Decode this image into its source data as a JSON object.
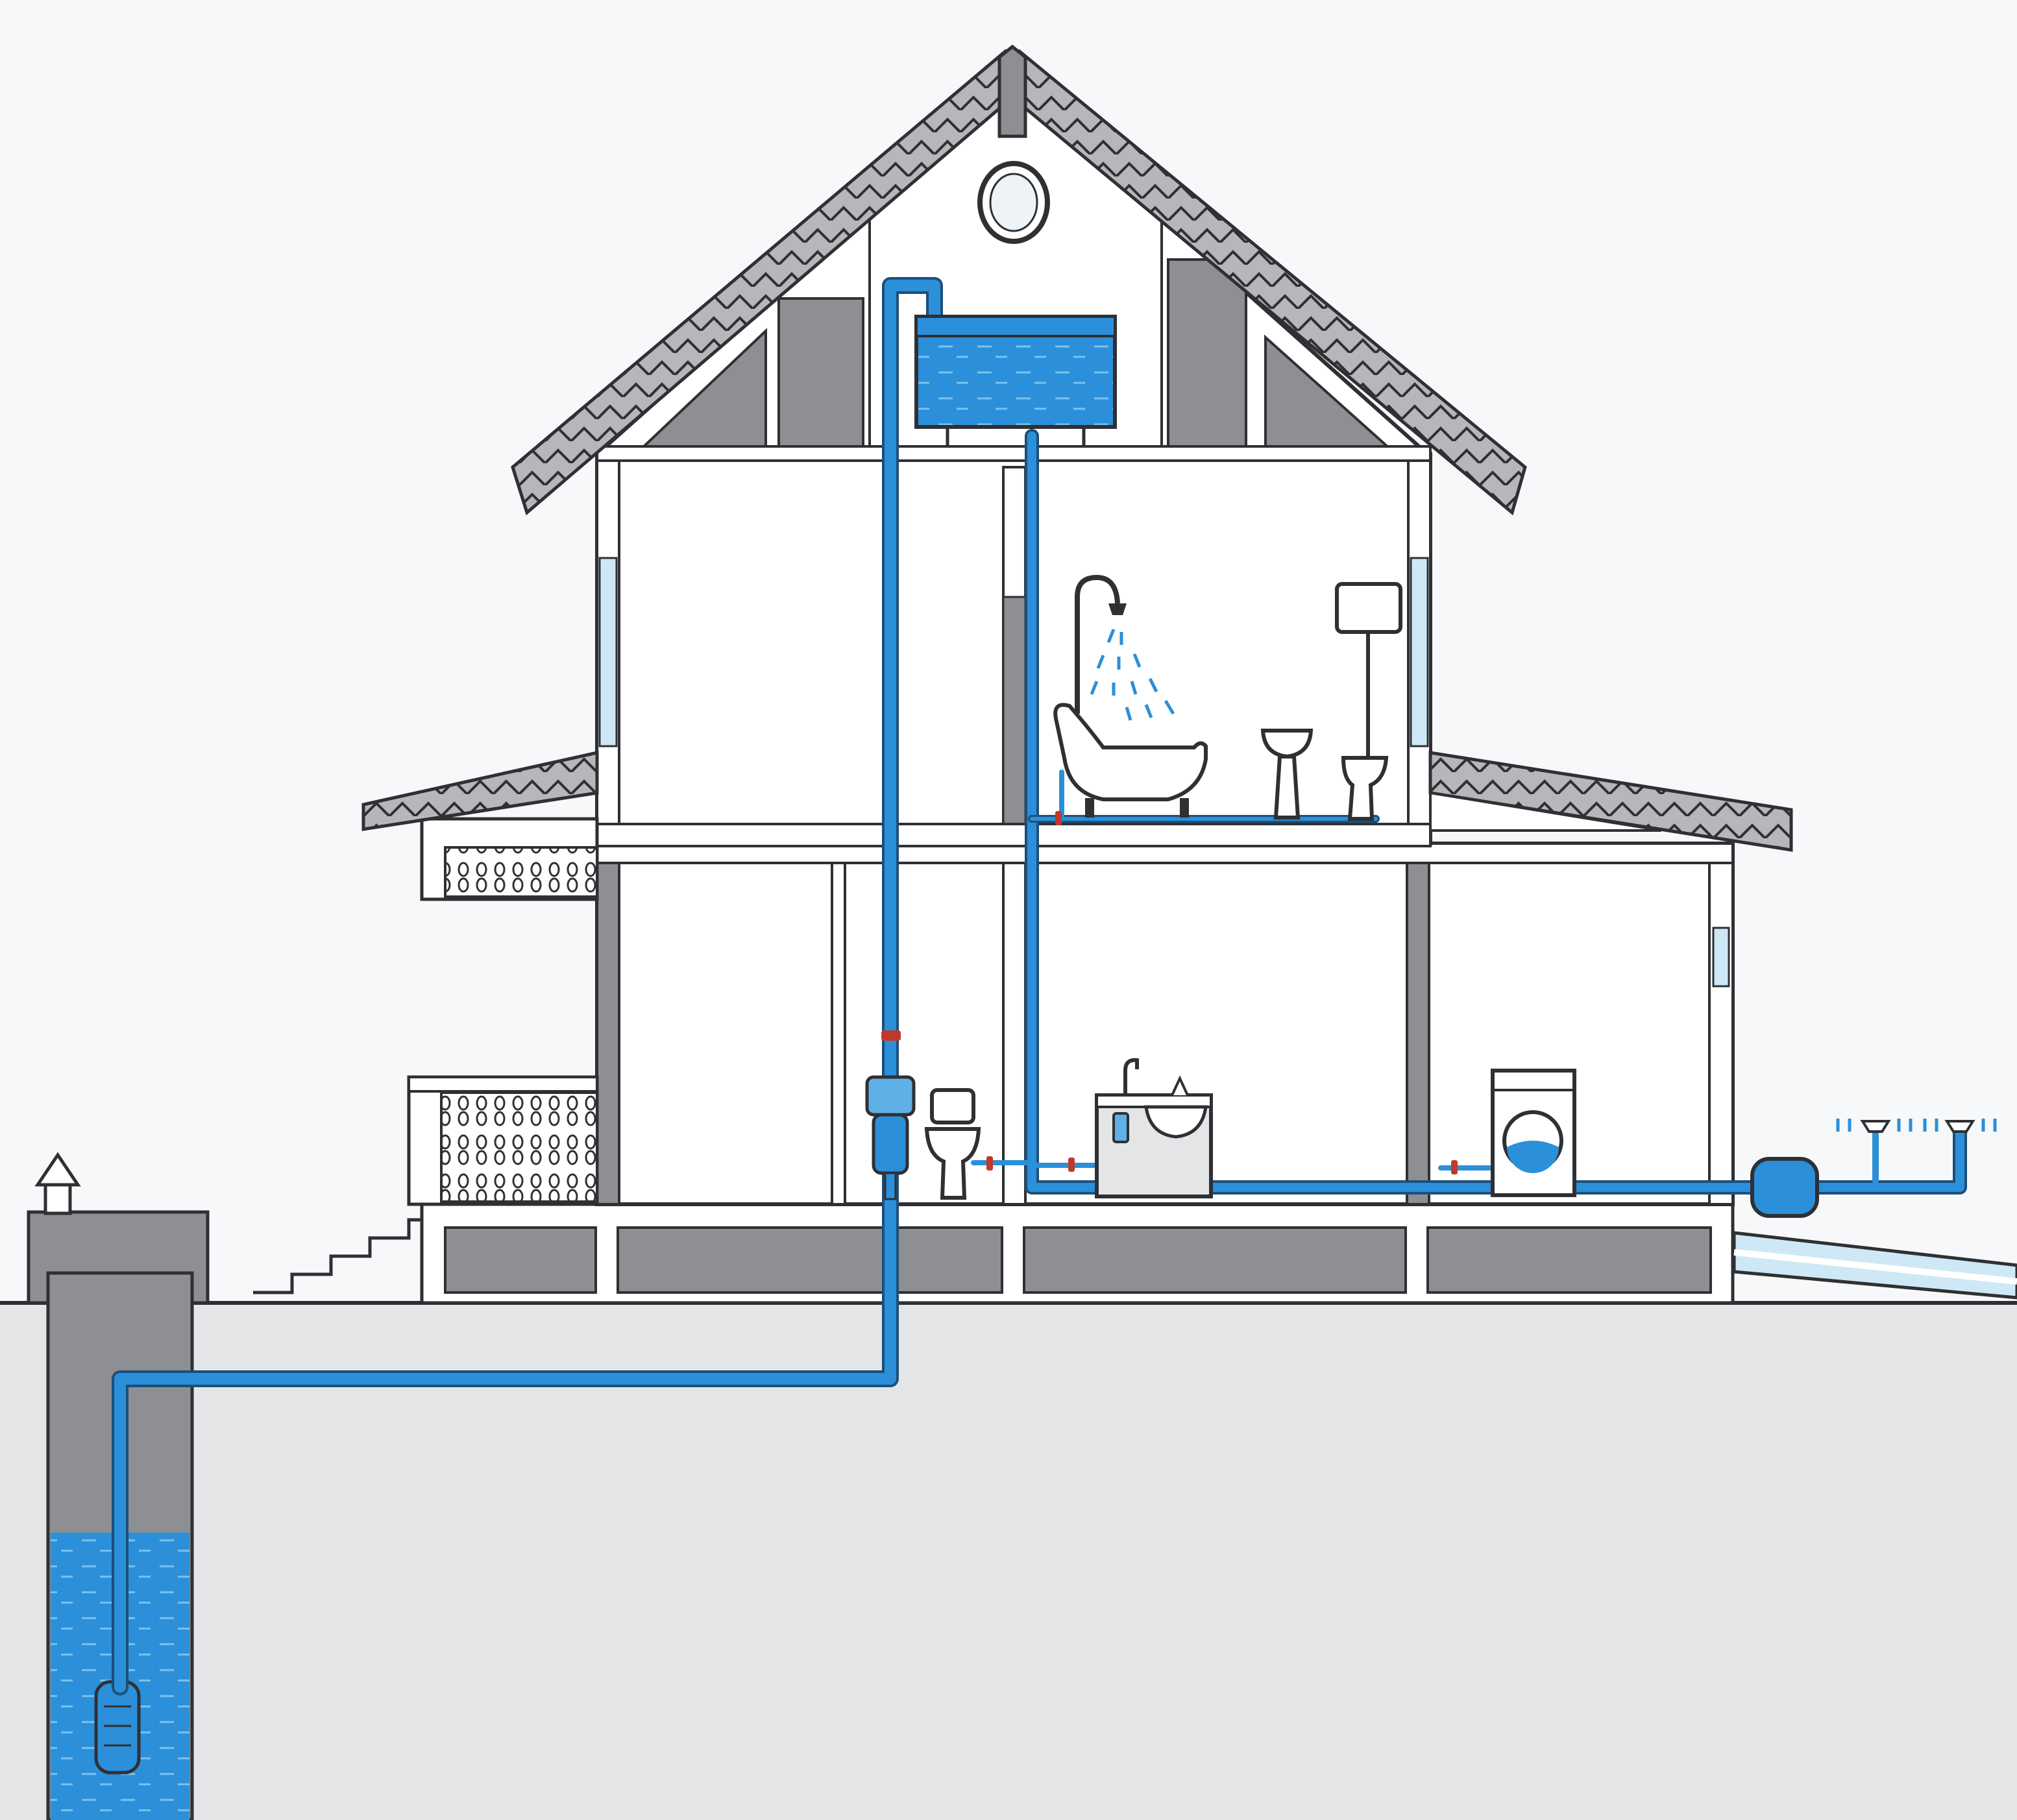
{
  "diagram": {
    "subject": "house-water-supply-cutaway",
    "labels": [],
    "colors": {
      "sky": "#f7f8f9",
      "ground": "#e4e5e7",
      "wall": "#ffffff",
      "structure_gray": "#8e8f93",
      "dark_gray": "#6f7074",
      "roof": "#b5b7bb",
      "outline": "#2f3033",
      "water": "#2b8fd9",
      "water_light": "#5fb0e6",
      "pipe": "#2b8fd9",
      "pipe_outline": "#1d4f7a",
      "valve": "#c0392b",
      "window_glass": "#cfe8f6"
    },
    "components": [
      "well-shaft",
      "well-water",
      "submersible-pump",
      "supply-pipe",
      "filter-unit",
      "attic-water-tank",
      "distribution-pipe",
      "shower",
      "bathtub",
      "washbasin",
      "toilet-upstairs",
      "toilet-ground-floor",
      "kitchen-sink",
      "washing-machine",
      "septic-tank",
      "drainage-vents",
      "outflow-pipe"
    ]
  }
}
